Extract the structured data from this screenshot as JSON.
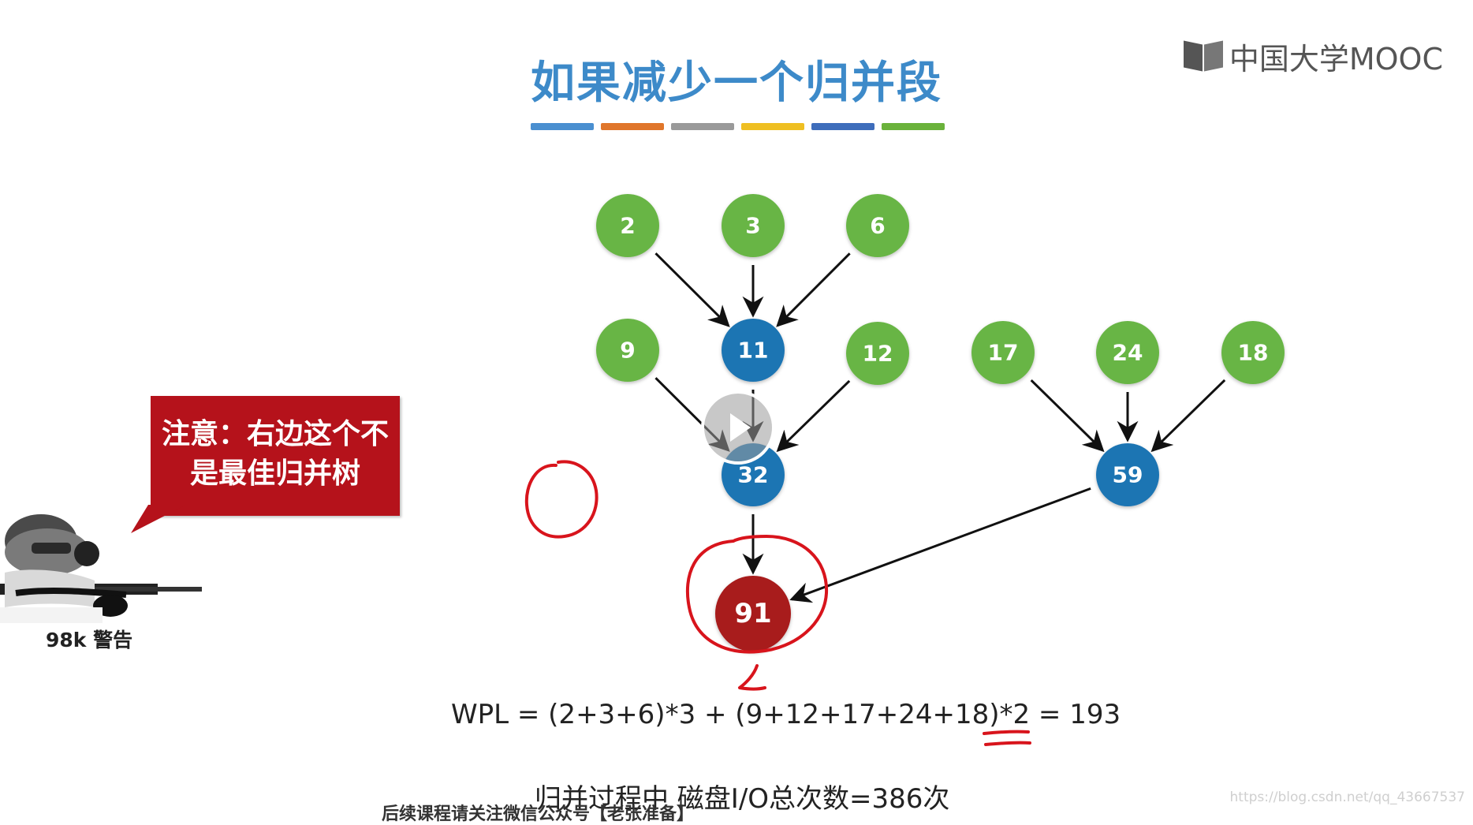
{
  "title": "如果减少一个归并段",
  "brand": {
    "text": "中国大学MOOC"
  },
  "title_bar_colors": [
    "#4a8fd0",
    "#e0762b",
    "#9a9a9a",
    "#efbf22",
    "#3e6dbb",
    "#6ab23b"
  ],
  "callout": {
    "line1": "注意：右边这个不",
    "line2": "是最佳归并树",
    "color": "#b5121b"
  },
  "soldier_caption": "98k 警告",
  "tree": {
    "leaf_color": "#68b544",
    "internal_color": "#1f74b3",
    "root_color": "#a81a1a",
    "nodes": [
      {
        "id": "n2",
        "label": "2",
        "kind": "leaf"
      },
      {
        "id": "n3",
        "label": "3",
        "kind": "leaf"
      },
      {
        "id": "n6",
        "label": "6",
        "kind": "leaf"
      },
      {
        "id": "n9",
        "label": "9",
        "kind": "leaf"
      },
      {
        "id": "n11",
        "label": "11",
        "kind": "internal"
      },
      {
        "id": "n12",
        "label": "12",
        "kind": "leaf"
      },
      {
        "id": "n17",
        "label": "17",
        "kind": "leaf"
      },
      {
        "id": "n24",
        "label": "24",
        "kind": "leaf"
      },
      {
        "id": "n18",
        "label": "18",
        "kind": "leaf"
      },
      {
        "id": "n32",
        "label": "32",
        "kind": "internal"
      },
      {
        "id": "n59",
        "label": "59",
        "kind": "internal"
      },
      {
        "id": "n91",
        "label": "91",
        "kind": "root"
      }
    ],
    "edges": [
      {
        "from": "n2",
        "to": "n11"
      },
      {
        "from": "n3",
        "to": "n11"
      },
      {
        "from": "n6",
        "to": "n11"
      },
      {
        "from": "n9",
        "to": "n32"
      },
      {
        "from": "n11",
        "to": "n32"
      },
      {
        "from": "n12",
        "to": "n32"
      },
      {
        "from": "n17",
        "to": "n59"
      },
      {
        "from": "n24",
        "to": "n59"
      },
      {
        "from": "n18",
        "to": "n59"
      },
      {
        "from": "n32",
        "to": "n91"
      },
      {
        "from": "n59",
        "to": "n91"
      }
    ]
  },
  "formula": "WPL = (2+3+6)*3 + (9+12+17+24+18)*2 = 193",
  "bottom_text": "归并过程中 磁盘I/O总次数=386次",
  "bottom_text2": "后续课程请关注微信公众号【老张准备】",
  "watermark": "https://blog.csdn.net/qq_43667537",
  "play_button": {
    "icon": "play-icon"
  },
  "annotation_color": "#d8141c"
}
